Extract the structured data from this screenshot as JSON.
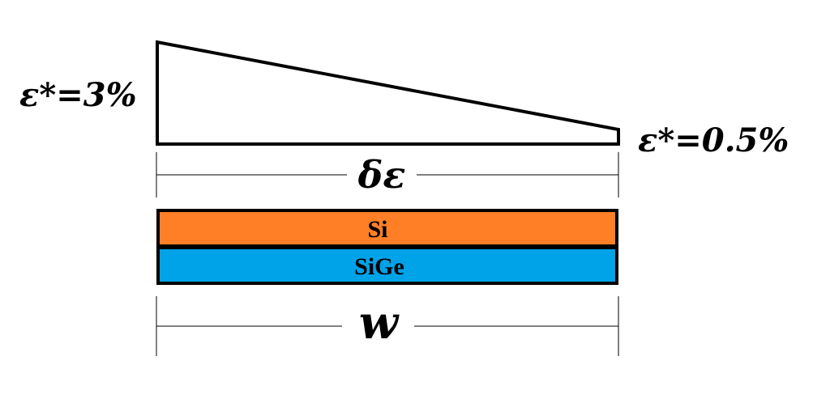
{
  "labels": {
    "strain_left": "ε*=3%",
    "strain_right": "ε*=0.5%",
    "gradient_symbol": "δε",
    "width_symbol": "w",
    "top_layer": "Si",
    "bottom_layer": "SiGe"
  },
  "colors": {
    "top_layer": "#FF7F27",
    "bottom_layer": "#00A2E8",
    "stroke": "#000000"
  }
}
